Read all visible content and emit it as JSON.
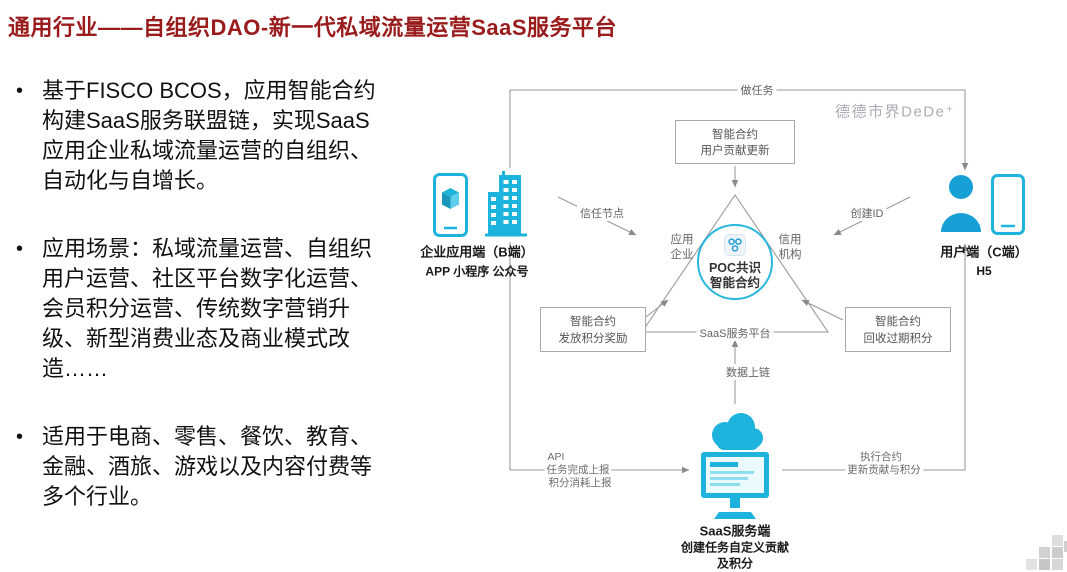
{
  "slide": {
    "title": "通用行业——自组织DAO-新一代私域流量运营SaaS服务平台",
    "bullet_marker": "•",
    "bullets": [
      "基于FISCO BCOS，应用智能合约构建SaaS服务联盟链，实现SaaS应用企业私域流量运营的自组织、自动化与自增长。",
      "应用场景：私域流量运营、自组织用户运营、社区平台数字化运营、会员积分运营、传统数字营销升级、新型消费业态及商业模式改造……",
      "适用于电商、零售、餐饮、教育、金融、酒旅、游戏以及内容付费等多个行业。"
    ]
  },
  "diagram": {
    "watermark": "德德市界DeDe⁺",
    "top_flow_label": "做任务",
    "contract_boxes": {
      "top": {
        "line1": "智能合约",
        "line2": "用户贡献更新"
      },
      "left": {
        "line1": "智能合约",
        "line2": "发放积分奖励"
      },
      "right": {
        "line1": "智能合约",
        "line2": "回收过期积分"
      }
    },
    "triangle": {
      "left_vertex": "应用企业",
      "right_vertex": "信用机构",
      "bottom_edge": "SaaS服务平台",
      "center_line1": "POC共识",
      "center_line2": "智能合约"
    },
    "edge_labels": {
      "trust_node": "信任节点",
      "create_id": "创建ID",
      "data_to_chain": "数据上链",
      "api": "API",
      "task_report": "任务完成上报",
      "points_report": "积分消耗上报",
      "execute_contract": "执行合约",
      "update_points": "更新贡献与积分"
    },
    "b_side": {
      "title": "企业应用端（B端）",
      "subtitle": "APP 小程序 公众号"
    },
    "c_side": {
      "title": "用户端（C端）",
      "subtitle": "H5"
    },
    "saas_node": {
      "title": "SaaS服务端",
      "line2": "创建任务自定义贡献",
      "line3": "及积分"
    },
    "icons": {
      "b_app": "smartphone-cube-icon",
      "b_building": "building-icon",
      "c_user": "person-icon",
      "c_phone": "smartphone-icon",
      "saas_cloud": "cloud-icon",
      "saas_monitor": "monitor-icon",
      "poc_center": "network-circles-icon"
    }
  },
  "colors": {
    "title": "#9a1b1b",
    "accent": "#1db3dc",
    "person": "#17a0d6",
    "line": "#9a9a9a",
    "watermark": "#a9adb3"
  }
}
